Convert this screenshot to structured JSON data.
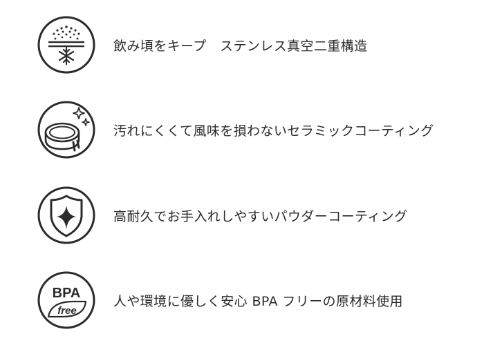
{
  "features": [
    {
      "icon": "cooling-snowflake-icon",
      "text": "飲み頃をキープ　ステンレス真空二重構造"
    },
    {
      "icon": "ceramic-pot-sparkle-icon",
      "text": "汚れにくくて風味を損わないセラミックコーティング"
    },
    {
      "icon": "shield-icon",
      "text": "高耐久でお手入れしやすいパウダーコーティング"
    },
    {
      "icon": "bpa-free-leaf-icon",
      "text": "人や環境に優しく安心 BPA フリーの原材料使用",
      "badge_top": "BPA",
      "badge_bottom": "free"
    }
  ],
  "colors": {
    "icon_stroke": "#2b2b2b",
    "text": "#2b2b2b",
    "background": "#ffffff"
  }
}
